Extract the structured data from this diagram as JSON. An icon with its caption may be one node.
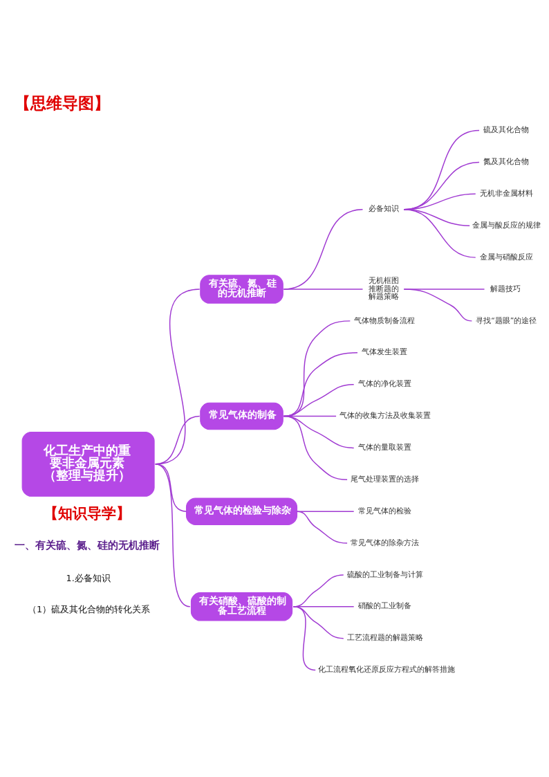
{
  "diagram": {
    "title": "【思维导图】",
    "nodes": [
      {
        "text": [
          "化工生产中的重要非金属元素（整理与提升）"
        ]
      },
      {
        "text": [
          "有关硫、氮、硅的无机推断"
        ]
      },
      {
        "text": [
          "必备知识"
        ]
      },
      {
        "text": [
          "硫及其化合物"
        ]
      },
      {
        "text": [
          "氮及其化合物"
        ]
      },
      {
        "text": [
          "无机非金属材料"
        ]
      },
      {
        "text": [
          "金属与酸反应的规律"
        ]
      },
      {
        "text": [
          "金属与硝酸反应"
        ]
      },
      {
        "text": [
          "无机框图推断题的解题策略"
        ]
      },
      {
        "text": [
          "解题技巧"
        ]
      },
      {
        "text": [
          "寻找“题眼”的途径"
        ]
      },
      {
        "text": [
          "常见气体的制备"
        ]
      },
      {
        "text": [
          "气体物质制备流程"
        ]
      },
      {
        "text": [
          "气体发生装置"
        ]
      },
      {
        "text": [
          "气体的净化装置"
        ]
      },
      {
        "text": [
          "气体的收集方法及收集装置"
        ]
      },
      {
        "text": [
          "气体的量取装置"
        ]
      },
      {
        "text": [
          "尾气处理装置的选择"
        ]
      },
      {
        "text": [
          "常见气体的检验与除杂"
        ]
      },
      {
        "text": [
          "常见气体的检验"
        ]
      },
      {
        "text": [
          "常见气体的除杂方法"
        ]
      },
      {
        "text": [
          "有关硝酸、硫酸的制备工艺流程"
        ]
      },
      {
        "text": [
          "硫酸的工业制备与计算"
        ]
      },
      {
        "text": [
          "硝酸的工业制备"
        ]
      },
      {
        "text": [
          "工艺流程题的解题策略"
        ]
      },
      {
        "text": [
          "化工流程氧化还原反应方程式的解答措施"
        ]
      }
    ],
    "edges": [
      {
        "from": 0,
        "to": 1,
        "arrow": "none"
      },
      {
        "from": 1,
        "to": 2,
        "arrow": "none"
      },
      {
        "from": 2,
        "to": 3,
        "arrow": "none"
      },
      {
        "from": 2,
        "to": 4,
        "arrow": "none"
      },
      {
        "from": 2,
        "to": 5,
        "arrow": "none"
      },
      {
        "from": 2,
        "to": 6,
        "arrow": "none"
      },
      {
        "from": 2,
        "to": 7,
        "arrow": "none"
      },
      {
        "from": 1,
        "to": 8,
        "arrow": "none"
      },
      {
        "from": 8,
        "to": 9,
        "arrow": "none"
      },
      {
        "from": 8,
        "to": 10,
        "arrow": "none"
      },
      {
        "from": 0,
        "to": 11,
        "arrow": "none"
      },
      {
        "from": 11,
        "to": 12,
        "arrow": "none"
      },
      {
        "from": 11,
        "to": 13,
        "arrow": "none"
      },
      {
        "from": 11,
        "to": 14,
        "arrow": "none"
      },
      {
        "from": 11,
        "to": 15,
        "arrow": "none"
      },
      {
        "from": 11,
        "to": 16,
        "arrow": "none"
      },
      {
        "from": 11,
        "to": 17,
        "arrow": "none"
      },
      {
        "from": 0,
        "to": 18,
        "arrow": "none"
      },
      {
        "from": 18,
        "to": 19,
        "arrow": "none"
      },
      {
        "from": 18,
        "to": 20,
        "arrow": "none"
      },
      {
        "from": 0,
        "to": 21,
        "arrow": "none"
      },
      {
        "from": 21,
        "to": 22,
        "arrow": "none"
      },
      {
        "from": 21,
        "to": 23,
        "arrow": "none"
      },
      {
        "from": 21,
        "to": 24,
        "arrow": "none"
      },
      {
        "from": 21,
        "to": 25,
        "arrow": "none"
      }
    ],
    "labels": [
      "【知识导学】",
      "一、有关硫、氮、硅的无机推断",
      "1.必备知识",
      "（1）硫及其化合物的转化关系"
    ]
  }
}
